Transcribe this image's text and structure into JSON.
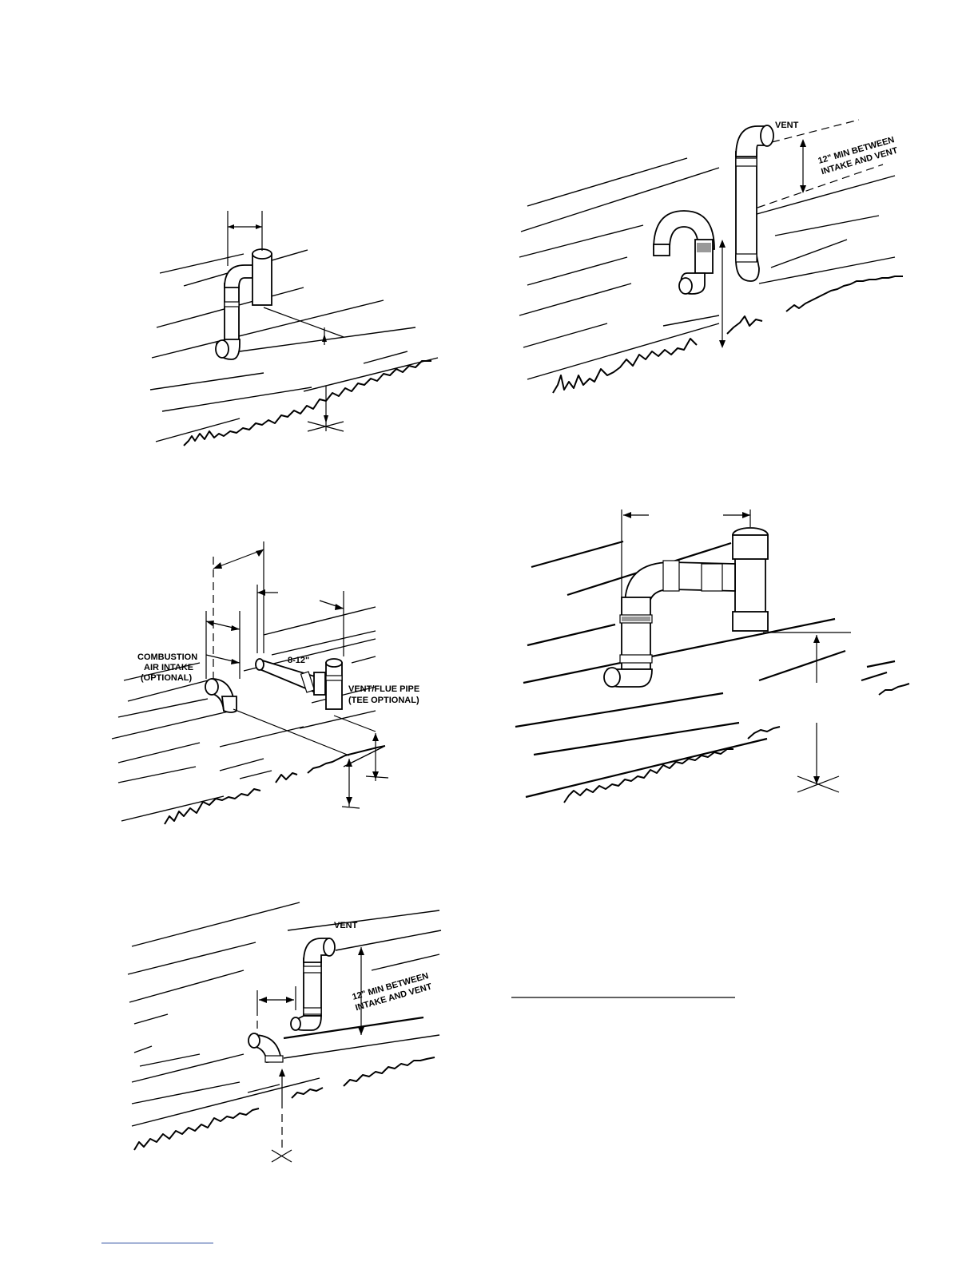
{
  "figures": {
    "top_left": {},
    "top_right": {
      "vent_label": "VENT",
      "clearance_line1": "12\" MIN BETWEEN",
      "clearance_line2": "INTAKE AND VENT"
    },
    "middle_left": {
      "spacing_label": "8-12\"",
      "intake_line1": "COMBUSTION",
      "intake_line2": "AIR INTAKE",
      "intake_line3": "(OPTIONAL)",
      "vent_line1": "VENT/FLUE PIPE",
      "vent_line2": "(TEE OPTIONAL)"
    },
    "middle_right": {},
    "bottom_left": {
      "vent_label": "VENT",
      "clearance_line1": "12\" MIN BETWEEN",
      "clearance_line2": "INTAKE AND VENT"
    }
  },
  "colors": {
    "ink": "#000000",
    "footer_rule": "#2b4ea0"
  }
}
